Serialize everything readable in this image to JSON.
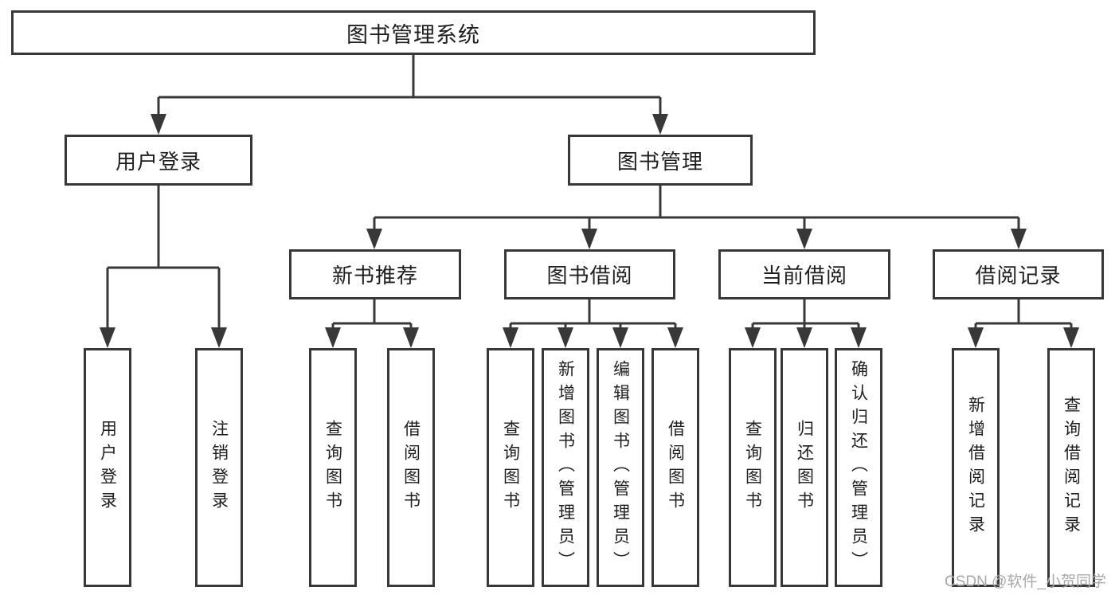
{
  "colors": {
    "line": "#383838",
    "box_border": "#383838",
    "text": "#1e1e1e",
    "watermark": "#a8a8a8",
    "background": "#ffffff"
  },
  "watermark": {
    "text": "CSDN @软件_小贺同学"
  },
  "tree": {
    "root": {
      "label": "图书管理系统"
    },
    "branches": [
      {
        "label": "用户登录",
        "children": [
          {
            "label": "用户登录"
          },
          {
            "label": "注销登录"
          }
        ]
      },
      {
        "label": "图书管理",
        "children": [
          {
            "label": "新书推荐",
            "children": [
              {
                "label": "查询图书"
              },
              {
                "label": "借阅图书"
              }
            ]
          },
          {
            "label": "图书借阅",
            "children": [
              {
                "label": "查询图书"
              },
              {
                "label": "新增图书（管理员）"
              },
              {
                "label": "编辑图书（管理员）"
              },
              {
                "label": "借阅图书"
              }
            ]
          },
          {
            "label": "当前借阅",
            "children": [
              {
                "label": "查询图书"
              },
              {
                "label": "归还图书"
              },
              {
                "label": "确认归还（管理员）"
              }
            ]
          },
          {
            "label": "借阅记录",
            "children": [
              {
                "label": "新增借阅记录"
              },
              {
                "label": "查询借阅记录"
              }
            ]
          }
        ]
      }
    ]
  }
}
